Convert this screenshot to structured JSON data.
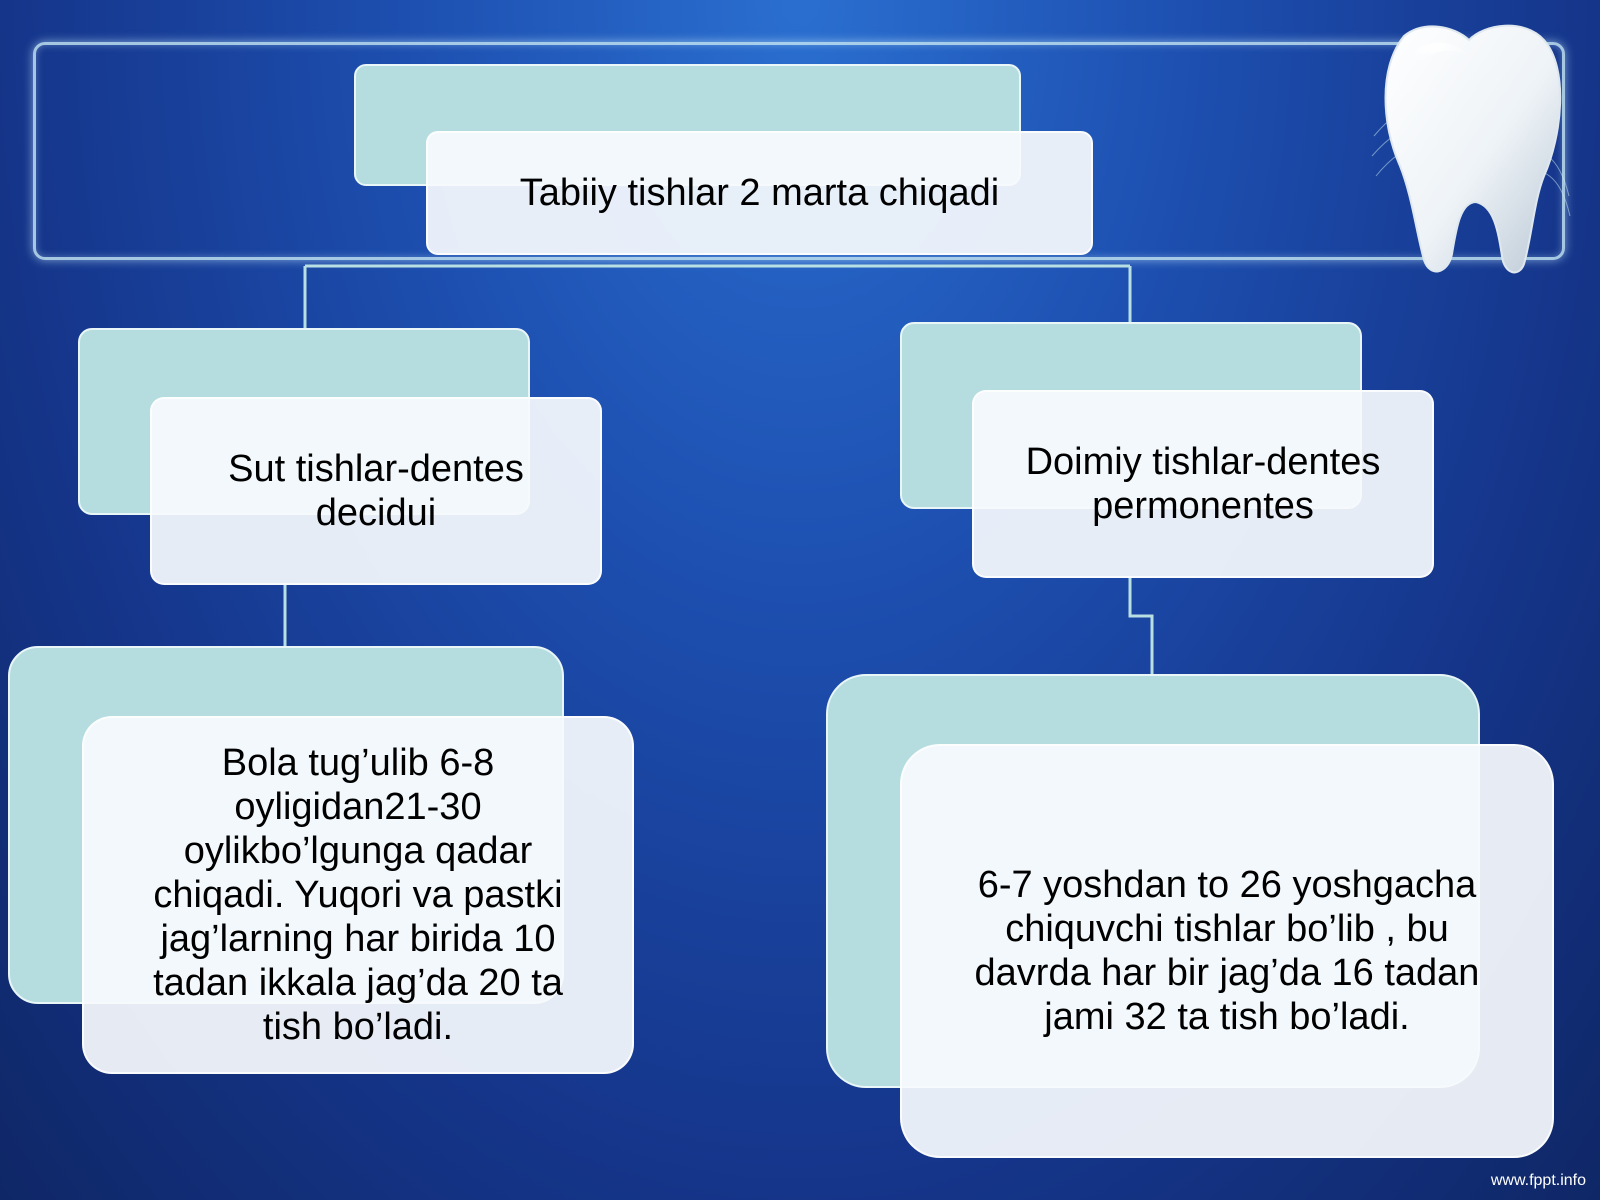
{
  "diagram": {
    "root": {
      "label": "Tabiiy tishlar 2 marta chiqadi"
    },
    "branches": [
      {
        "label": "Sut tishlar-dentes\ndecidui",
        "detail": "Bola tug’ulib 6-8\noyligidan21-30\noylikbo’lgunga qadar\nchiqadi. Yuqori va pastki\njag’larning har birida 10\ntadan ikkala jag’da  20  ta\ntish bo’ladi."
      },
      {
        "label": "Doimiy tishlar-dentes\npermonentes",
        "detail": "6-7 yoshdan to 26 yoshgacha\nchiquvchi tishlar bo’lib , bu\ndavrda har bir jag’da 16 tadan\njami 32 ta tish bo’ladi."
      }
    ]
  },
  "footer": {
    "text": "www.fppt.info"
  },
  "decorations": {
    "tooth": "tooth-icon"
  },
  "colors": {
    "box_back": "#b5dde0",
    "box_front": "#f6fafd",
    "connector": "#b8dfe2"
  }
}
